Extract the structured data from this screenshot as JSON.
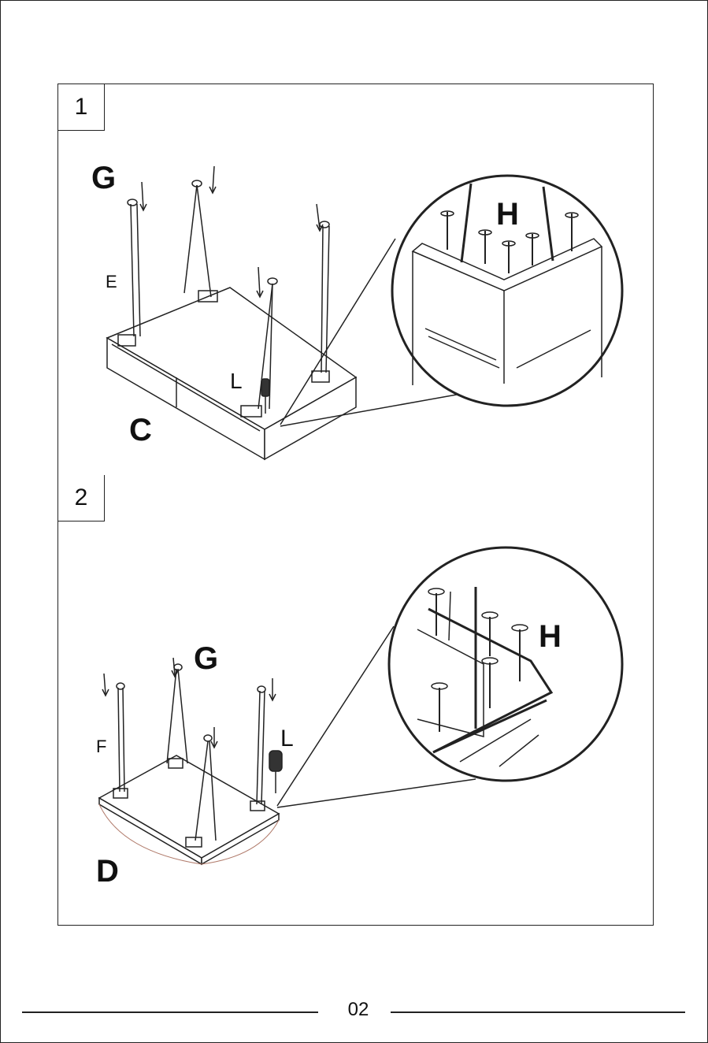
{
  "steps": [
    {
      "number": "1",
      "labels": {
        "legs": "E",
        "feet": "G",
        "screws": "H",
        "tool": "L",
        "panel": "C"
      }
    },
    {
      "number": "2",
      "labels": {
        "legs": "F",
        "feet": "G",
        "screws": "H",
        "tool": "L",
        "panel": "D"
      }
    }
  ],
  "footer": {
    "page_number": "02"
  }
}
